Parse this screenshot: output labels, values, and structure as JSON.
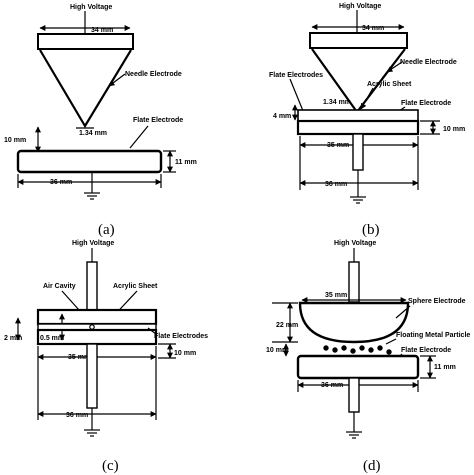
{
  "panels": {
    "a": {
      "caption": "(a)",
      "high_voltage": "High Voltage",
      "needle_width": "34 mm",
      "needle_label": "Needle Electrode",
      "tip_label": "1.34 mm",
      "gap": "10 mm",
      "plate_label": "Flate Electrode",
      "plate_thickness": "11 mm",
      "plate_width": "36 mm"
    },
    "b": {
      "caption": "(b)",
      "high_voltage": "High Voltage",
      "needle_width": "34 mm",
      "needle_label": "Needle Electrode",
      "flate_electrodes": "Flate Electrodes",
      "acrylic_label": "Acrylic Sheet",
      "tip_label": "1.34 mm",
      "plate_label": "Flate Electrode",
      "gap": "4 mm",
      "plate_thickness": "10 mm",
      "inner_width": "35 mm",
      "outer_width": "36 mm"
    },
    "c": {
      "caption": "(c)",
      "high_voltage": "High Voltage",
      "air_cavity": "Air Cavity",
      "acrylic_label": "Acrylic Sheet",
      "cavity_size": "0.5 mm",
      "gap": "2 mm",
      "flate_electrodes": "Flate Electrodes",
      "plate_thickness": "10 mm",
      "inner_width": "35 mm",
      "outer_width": "36 mm"
    },
    "d": {
      "caption": "(d)",
      "high_voltage": "High Voltage",
      "sphere_width": "35 mm",
      "sphere_label": "Sphere  Electrode",
      "sphere_height": "22 mm",
      "particle_label": "Floating Metal Particle",
      "gap": "10 mm",
      "plate_label": "Flate Electrode",
      "plate_thickness": "11 mm",
      "plate_width": "36 mm"
    }
  }
}
